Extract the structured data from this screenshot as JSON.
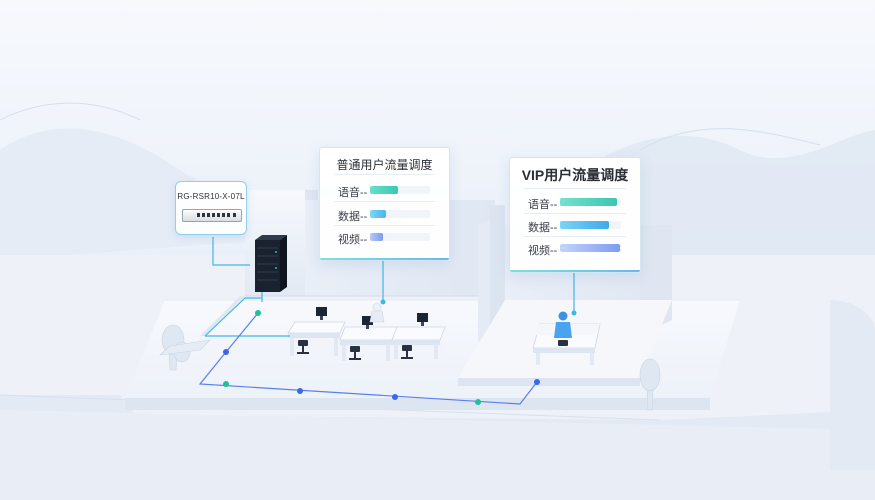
{
  "device": {
    "title": "RG-RSR10-X-07L"
  },
  "panels": [
    {
      "title": "普通用户流量调度",
      "rows": [
        {
          "label": "语音--",
          "level": 0.46,
          "color_from": "#67e0c9",
          "color_to": "#3cc6b0"
        },
        {
          "label": "数据--",
          "level": 0.26,
          "color_from": "#7fd7f2",
          "color_to": "#4bb5ea"
        },
        {
          "label": "视频--",
          "level": 0.22,
          "color_from": "#b7c8f8",
          "color_to": "#7c9bf0"
        }
      ]
    },
    {
      "title": "VIP用户流量调度",
      "rows": [
        {
          "label": "语音--",
          "level": 0.93,
          "color_from": "#74e1cf",
          "color_to": "#3cc6b0"
        },
        {
          "label": "数据--",
          "level": 0.8,
          "color_from": "#7cd4f3",
          "color_to": "#3fa9ea"
        },
        {
          "label": "视频--",
          "level": 0.98,
          "color_from": "#c5d5fa",
          "color_to": "#7d9cf2"
        }
      ]
    }
  ],
  "colors": {
    "line_cyan": "#3fb7e6",
    "line_blue": "#6d86f0",
    "node_green": "#1fbf9a",
    "node_blue": "#3c66e8"
  }
}
